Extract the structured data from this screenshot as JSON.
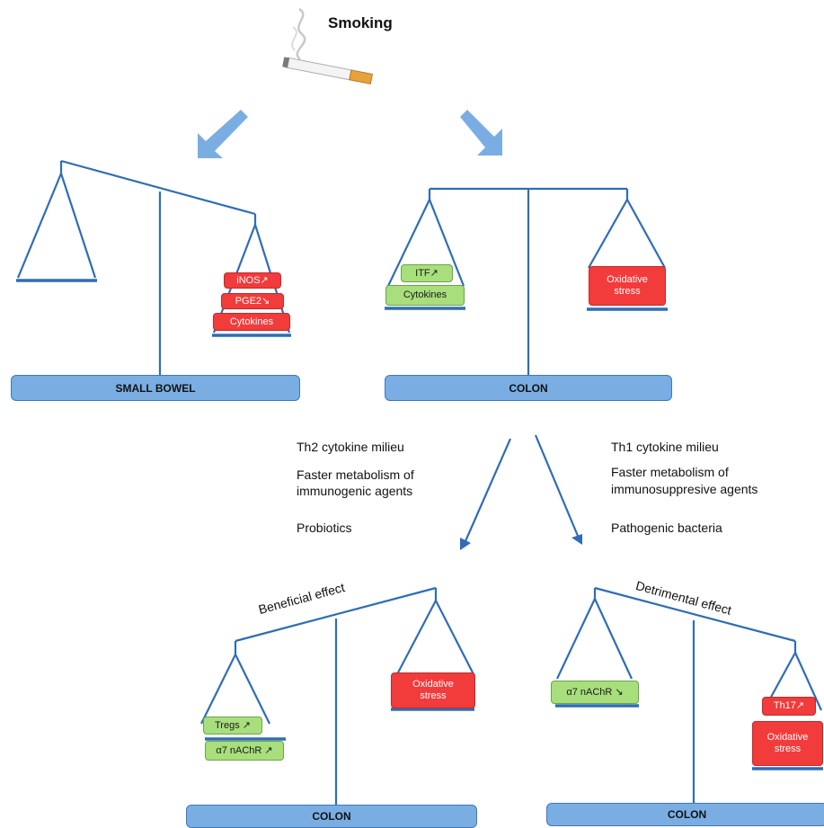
{
  "title": "Smoking",
  "small_bowel": {
    "label": "SMALL BOWEL",
    "boxes": {
      "inos": "iNOS↗",
      "pge2": "PGE2↘",
      "cytokines": "Cytokines"
    }
  },
  "colon_top": {
    "label": "COLON",
    "left_boxes": {
      "itf": "ITF↗",
      "cytokines": "Cytokines"
    },
    "right_box": {
      "line1": "Oxidative",
      "line2": "stress"
    }
  },
  "left_factors": {
    "milieu": "Th2 cytokine milieu",
    "metabolism_line1": "Faster metabolism of",
    "metabolism_line2": "immunogenic agents",
    "microbes": "Probiotics"
  },
  "right_factors": {
    "milieu": "Th1 cytokine milieu",
    "metabolism_line1": "Faster metabolism of",
    "metabolism_line2": "immunosuppresive agents",
    "microbes": "Pathogenic bacteria"
  },
  "beneficial": {
    "effect": "Beneficial effect",
    "label": "COLON",
    "left_boxes": {
      "tregs": "Tregs ↗",
      "a7": "α7 nAChR ↗"
    },
    "right_box": {
      "line1": "Oxidative",
      "line2": "stress"
    }
  },
  "detrimental": {
    "effect": "Detrimental effect",
    "label": "COLON",
    "left_box": "α7 nAChR ↘",
    "right_boxes": {
      "th17": "Th17↗",
      "line1": "Oxidative",
      "line2": "stress"
    }
  },
  "colors": {
    "beam": "#2f6db5",
    "arrow": "#7aaee3",
    "red": "#f23b3b",
    "green": "#a8de7c",
    "base": "#7aaee3"
  }
}
